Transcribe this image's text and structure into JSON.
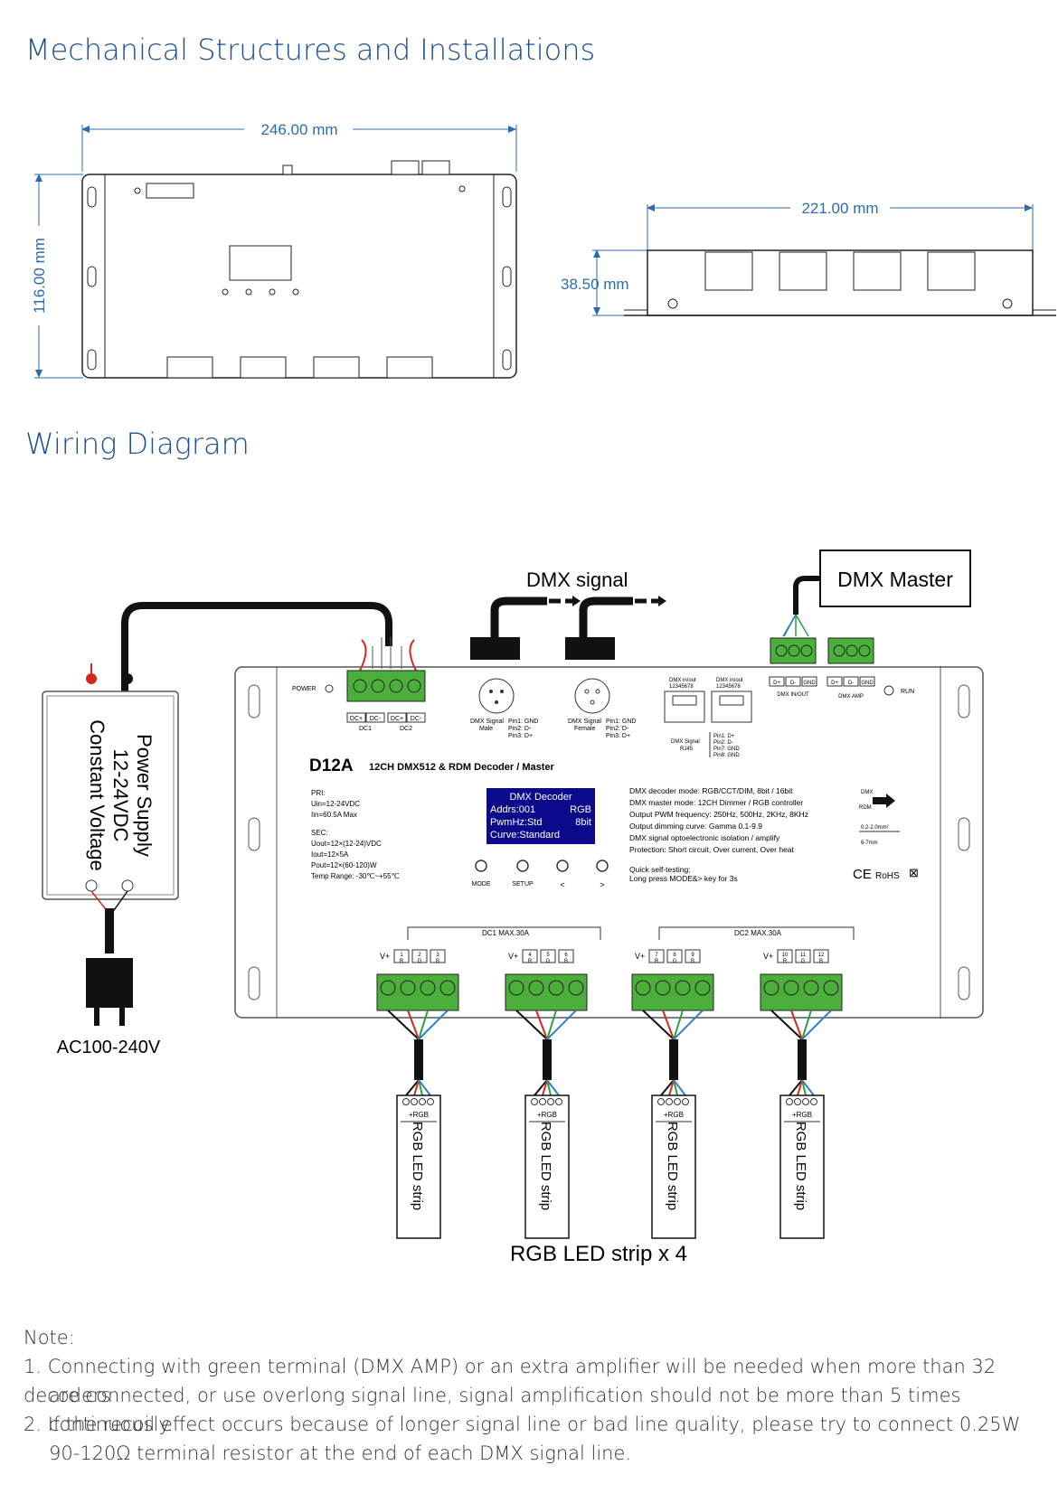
{
  "sections": {
    "mechanical_title": "Mechanical Structures and Installations",
    "wiring_title": "Wiring Diagram"
  },
  "dimensions": {
    "width": "246.00 mm",
    "height": "116.00 mm",
    "length": "221.00 mm",
    "depth": "38.50 mm"
  },
  "wiring": {
    "dmx_signal": "DMX signal",
    "dmx_master": "DMX Master",
    "power_supply": [
      "Power Supply",
      "12-24VDC",
      "Constant Voltage"
    ],
    "ac_input": "AC100-240V",
    "strips_caption": "RGB LED strip x 4",
    "strip_label": "RGB LED strip",
    "strip_pins": "+RGB",
    "power_led": "POWER",
    "run_led": "RUN",
    "dc_labels": [
      "DC1",
      "DC2"
    ],
    "dc_pins": [
      "DC+",
      "DC-",
      "DC+",
      "DC-"
    ],
    "dmx_male": [
      "DMX Signal",
      "Male"
    ],
    "dmx_female": [
      "DMX Signal",
      "Female"
    ],
    "male_pins": [
      "Pin1: GND",
      "Pin2: D-",
      "Pin3: D+"
    ],
    "female_pins": [
      "Pin1: GND",
      "Pin2: D-",
      "Pin3: D+"
    ],
    "rj45_label": "DMX in/out",
    "rj45_digits": "12345678",
    "rj45_signal": [
      "DMX Signal",
      "RJ45"
    ],
    "rj45_pins": [
      "Pin1: D+",
      "Pin2: D-",
      "Pin7: GND",
      "Pin8: GND"
    ],
    "dmx_inout": "DMX IN/OUT",
    "dmx_amp": "DMX AMP",
    "term_pins": [
      "D+",
      "D-",
      "GND"
    ],
    "model": "D12A",
    "model_desc": "12CH DMX512 & RDM Decoder / Master",
    "pri": [
      "PRI:",
      "Uin=12-24VDC",
      "Iin=60.5A Max"
    ],
    "sec": [
      "SEC:",
      "Uout=12×(12-24)VDC",
      "Iout=12×5A",
      "Pout=12×(60-120)W",
      "Temp Range: -30℃~+55℃"
    ],
    "display": [
      "DMX Decoder",
      "Addrs:001",
      "RGB",
      "PwmHz:Std",
      "8bit",
      "Curve:Standard"
    ],
    "buttons": [
      "MODE",
      "SETUP",
      "<",
      ">"
    ],
    "specs": [
      "DMX decoder mode: RGB/CCT/DIM, 8bit / 16bit",
      "DMX master mode: 12CH Dimmer / RGB controller",
      "Output PWM frequency: 250Hz, 500Hz, 2KHz, 8KHz",
      "Output dimming curve: Gamma 0.1-9.9",
      "DMX signal optoelectronic isolation / amplify",
      "Protection: Short circuit, Over current, Over heat"
    ],
    "self_test": [
      "Quick self-testing:",
      "Long press MODE&> key for 3s"
    ],
    "dmx_rdm": [
      "DMX",
      "RDM"
    ],
    "wire_spec": [
      "0.2-2.0mm²",
      "6-7mm"
    ],
    "rohs": "RoHS",
    "ce": "CE",
    "dc1_max": "DC1  MAX.30A",
    "dc2_max": "DC2  MAX.30A",
    "channels": [
      [
        "1",
        "2",
        "3"
      ],
      [
        "4",
        "5",
        "6"
      ],
      [
        "7",
        "8",
        "9"
      ],
      [
        "10",
        "11",
        "12"
      ]
    ],
    "rgb": [
      "R",
      "G",
      "B"
    ],
    "vplus": "V+"
  },
  "note": {
    "title": "Note:",
    "items": [
      [
        "1. Connecting with green terminal (DMX  AMP)  or an extra amplifier will be needed when more than 32 decoders",
        "are connected, or use overlong signal line, signal amplification should not be more than 5 times continuously."
      ],
      [
        "2. If the recoil effect occurs because of longer signal line or bad line quality, please try to connect 0.25W",
        "90-120Ω terminal resistor at the end of each DMX signal line."
      ]
    ]
  },
  "colors": {
    "title_blue": "#1d4f8e",
    "dim_blue": "#2a6bb0",
    "terminal_green": "#4caf3c",
    "wire_red": "#d9261c",
    "wire_green": "#2e9e3f",
    "wire_blue": "#2f7fd1"
  }
}
